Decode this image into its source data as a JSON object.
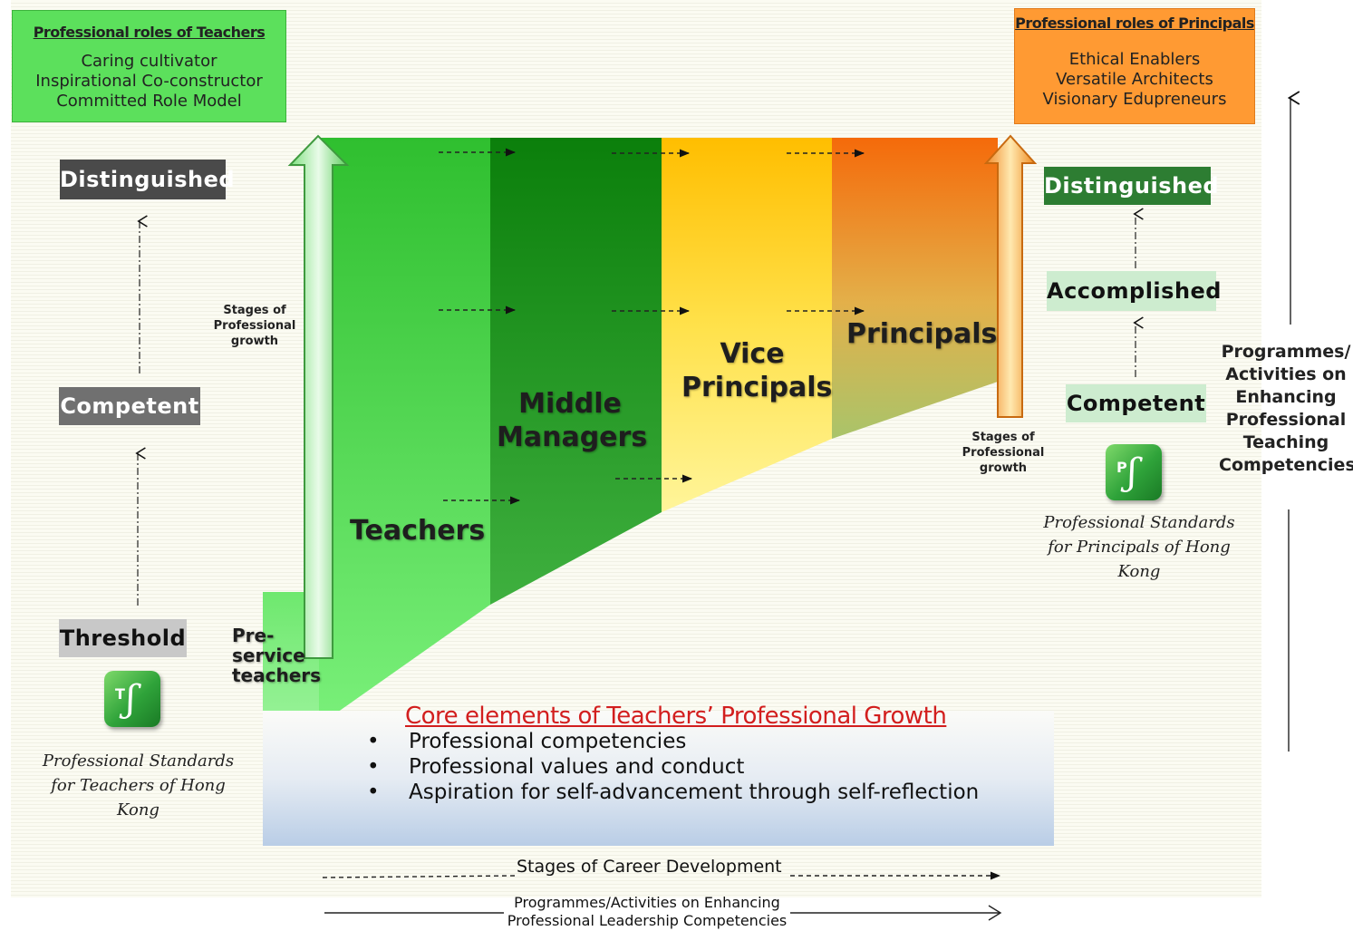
{
  "teachers_roles": {
    "title": "Professional roles of Teachers",
    "lines": [
      "Caring cultivator",
      "Inspirational Co-constructor",
      "Committed Role Model"
    ],
    "color": "#5ce05c"
  },
  "principals_roles": {
    "title": "Professional roles of Principals",
    "lines": [
      "Ethical Enablers",
      "Versatile Architects",
      "Visionary Edupreneurs"
    ],
    "color": "#ff9a33"
  },
  "teacher_levels": {
    "distinguished": "Distinguished",
    "competent": "Competent",
    "threshold": "Threshold"
  },
  "principal_levels": {
    "distinguished": "Distinguished",
    "accomplished": "Accomplished",
    "competent": "Competent"
  },
  "stages_of_growth_left": [
    "Stages of",
    "Professional",
    "growth"
  ],
  "stages_of_growth_right": [
    "Stages of",
    "Professional",
    "growth"
  ],
  "pre_service": [
    "Pre-",
    "service",
    "teachers"
  ],
  "career_roles": {
    "teachers": "Teachers",
    "middle_managers": [
      "Middle",
      "Managers"
    ],
    "vice_principals": [
      "Vice",
      "Principals"
    ],
    "principals": "Principals"
  },
  "standards_teachers": {
    "logo_letter": "T",
    "lines": [
      "Professional Standards",
      "for Teachers of Hong Kong"
    ]
  },
  "standards_principals": {
    "logo_letter": "P",
    "lines": [
      "Professional Standards",
      "for Principals of Hong Kong"
    ]
  },
  "core_elements": {
    "title": "Core elements of Teachers’ Professional Growth",
    "items": [
      "Professional competencies",
      "Professional values and conduct",
      "Aspiration for self-advancement through self-reflection"
    ],
    "bullet": "•"
  },
  "right_axis_label": [
    "Programmes/",
    "Activities on",
    "Enhancing",
    "Professional",
    "Teaching",
    "Competencies"
  ],
  "bottom_axis": {
    "career": "Stages of Career Development",
    "leadership": [
      "Programmes/Activities on  Enhancing",
      "Professional Leadership Competencies"
    ]
  },
  "colors": {
    "teachers_band": "#3dc73d",
    "middle_managers_band": "#0e8a0e",
    "vice_principals_band": "#ffc20e",
    "principals_band": "#f36f12",
    "core_title": "#d21e1e"
  }
}
